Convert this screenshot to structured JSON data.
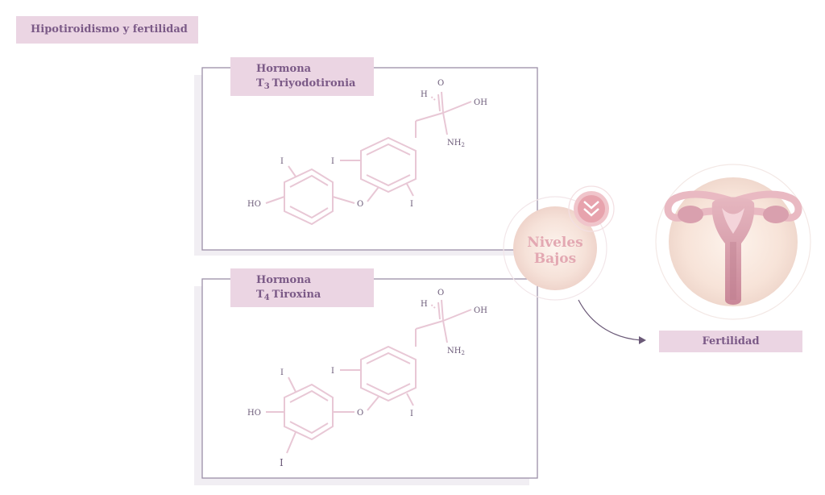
{
  "title": "Hipotiroidismo y fertilidad",
  "hormones": [
    {
      "line1": "Hormona",
      "sub_symbol": "T",
      "sub_index": "3",
      "name": "Triyodotironia"
    },
    {
      "line1": "Hormona",
      "sub_symbol": "T",
      "sub_index": "4",
      "name": "Tiroxina"
    }
  ],
  "atoms": {
    "H": "H",
    "O": "O",
    "OH": "OH",
    "NH2": "NH",
    "NH2_sub": "2",
    "I": "I",
    "HO": "HO"
  },
  "badge": {
    "line1": "Niveles",
    "line2": "Bajos"
  },
  "fertility_label": "Fertilidad",
  "colors": {
    "label_bg": "#ebd5e3",
    "label_text": "#7b5a87",
    "bond": "#e8c7d5",
    "panel_border": "#9c8fa8",
    "badge_text": "#e3a8b2",
    "arrow": "#6b5a78"
  },
  "icons": {
    "chevron": "double-chevron-down-icon",
    "uterus": "uterus-icon"
  }
}
